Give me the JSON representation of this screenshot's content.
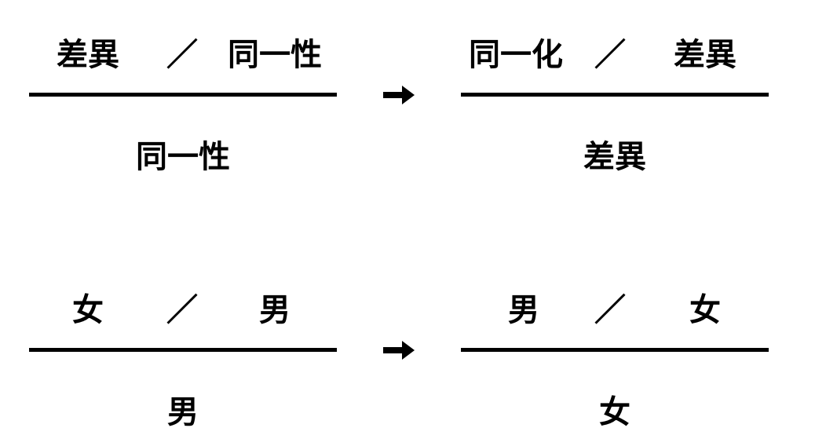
{
  "top_row": {
    "left": {
      "numerator": [
        "差異",
        "／",
        "同一性"
      ],
      "denominator": "同一性"
    },
    "right": {
      "numerator": [
        "同一化",
        "／",
        "差異"
      ],
      "denominator": "差異"
    }
  },
  "bottom_row": {
    "left": {
      "numerator": [
        "女",
        "／",
        "男"
      ],
      "denominator": "男"
    },
    "right": {
      "numerator": [
        "男",
        "／",
        "女"
      ],
      "denominator": "女"
    }
  },
  "arrow_icon": "right-arrow-icon"
}
